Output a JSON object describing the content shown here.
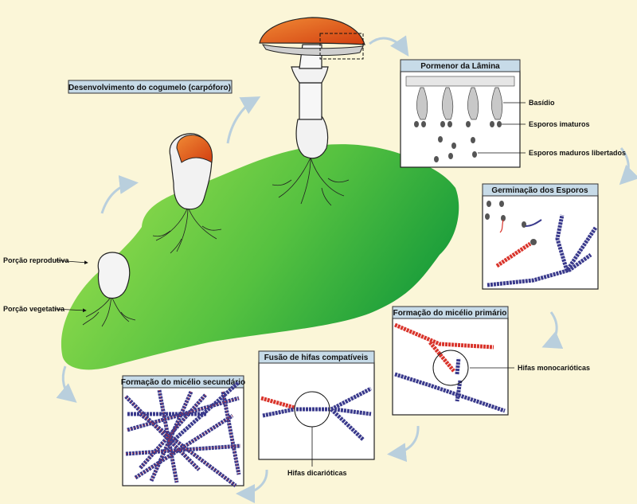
{
  "main_title": "Desenvolvimento do cogumelo (carpóforo)",
  "panels": {
    "lamina": {
      "title": "Pormenor da Lâmina"
    },
    "germinacao": {
      "title": "Germinação dos Esporos"
    },
    "primario": {
      "title": "Formação do micélio primário"
    },
    "fusao": {
      "title": "Fusão de hifas compatíveis"
    },
    "secundario": {
      "title": "Formação do micélio secundário"
    }
  },
  "labels": {
    "basidio": "Basídio",
    "esporos_imaturos": "Esporos imaturos",
    "esporos_maduros": "Esporos maduros libertados",
    "hifas_monocarioticas": "Hifas monocarióticas",
    "hifas_dicarioticas": "Hifas dicarióticas",
    "porcao_reprodutiva": "Porção reprodutiva",
    "porcao_vegetativa": "Porção vegetativa"
  },
  "colors": {
    "background": "#fbf6d8",
    "substrate_light": "#8ed94a",
    "substrate_dark": "#1fa03a",
    "cap": "#e0561b",
    "hypha_red": "#d9342b",
    "hypha_blue": "#3a3a8c",
    "panel_header": "#c7dbe8",
    "arrow": "#b9cfdd"
  }
}
